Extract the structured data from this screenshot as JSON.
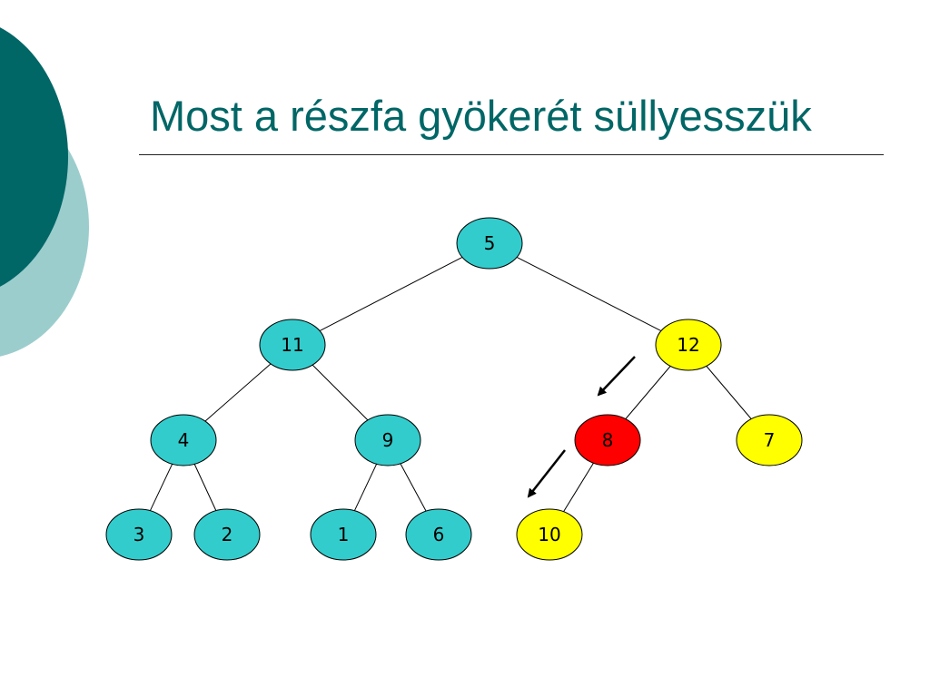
{
  "slide": {
    "title": "Most a részfa gyökerét süllyesszük"
  },
  "colors": {
    "accent_dark": "#006666",
    "accent_light": "#9ccdcd",
    "node_default": "#33cccc",
    "node_compared": "#ffff00",
    "node_sinking": "#ff0000"
  },
  "tree": {
    "nodes": [
      {
        "id": "n5",
        "label": "5",
        "state": "default"
      },
      {
        "id": "n11",
        "label": "11",
        "state": "default"
      },
      {
        "id": "n12",
        "label": "12",
        "state": "compared"
      },
      {
        "id": "n4",
        "label": "4",
        "state": "default"
      },
      {
        "id": "n9",
        "label": "9",
        "state": "default"
      },
      {
        "id": "n8",
        "label": "8",
        "state": "sinking"
      },
      {
        "id": "n7",
        "label": "7",
        "state": "compared"
      },
      {
        "id": "n3",
        "label": "3",
        "state": "default"
      },
      {
        "id": "n2",
        "label": "2",
        "state": "default"
      },
      {
        "id": "n1",
        "label": "1",
        "state": "default"
      },
      {
        "id": "n6",
        "label": "6",
        "state": "default"
      },
      {
        "id": "n10",
        "label": "10",
        "state": "compared"
      }
    ],
    "edges": [
      [
        "n5",
        "n11"
      ],
      [
        "n5",
        "n12"
      ],
      [
        "n11",
        "n4"
      ],
      [
        "n11",
        "n9"
      ],
      [
        "n12",
        "n8"
      ],
      [
        "n12",
        "n7"
      ],
      [
        "n4",
        "n3"
      ],
      [
        "n4",
        "n2"
      ],
      [
        "n9",
        "n1"
      ],
      [
        "n9",
        "n6"
      ],
      [
        "n8",
        "n10"
      ]
    ]
  }
}
